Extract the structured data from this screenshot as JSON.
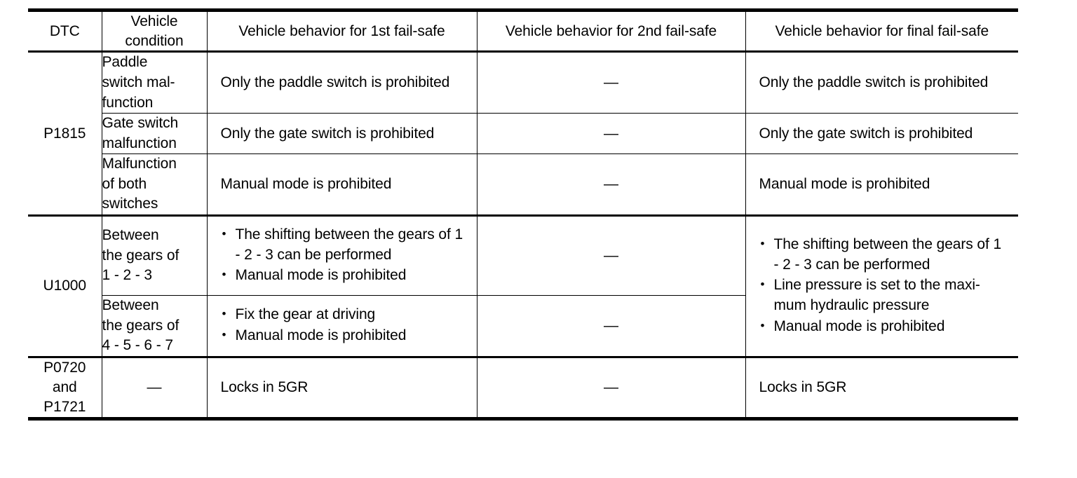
{
  "table": {
    "headers": [
      "DTC",
      "Vehicle\ncondition",
      "Vehicle behavior for 1st fail-safe",
      "Vehicle behavior for 2nd fail-safe",
      "Vehicle behavior for final fail-safe"
    ],
    "dash": "—",
    "groups": [
      {
        "dtc": "P1815",
        "rows": [
          {
            "condition": "Paddle\nswitch mal-\nfunction",
            "fs1": "Only the paddle switch is prohibited",
            "fs2": "—",
            "fsf": "Only the paddle switch is prohibited"
          },
          {
            "condition": "Gate switch\nmalfunction",
            "fs1": "Only the gate switch is prohibited",
            "fs2": "—",
            "fsf": "Only the gate switch is prohibited"
          },
          {
            "condition": "Malfunction\nof both\nswitches",
            "fs1": "Manual mode is prohibited",
            "fs2": "—",
            "fsf": "Manual mode is prohibited"
          }
        ]
      },
      {
        "dtc": "U1000",
        "rows": [
          {
            "condition": "Between\nthe gears of\n1 - 2 - 3",
            "fs1_bullets": [
              "The shifting between the gears of 1 - 2 - 3 can be performed",
              "Manual mode is prohibited"
            ],
            "fs2": "—"
          },
          {
            "condition": "Between\nthe gears of\n4 - 5 - 6 - 7",
            "fs1_bullets": [
              "Fix the gear at driving",
              "Manual mode is prohibited"
            ],
            "fs2": "—"
          }
        ],
        "fsf_bullets": [
          "The shifting between the gears of 1 - 2 - 3 can be performed",
          "Line pressure is set to the maxi-mum hydraulic pressure",
          "Manual mode is prohibited"
        ]
      },
      {
        "dtc": "P0720\nand\nP1721",
        "rows": [
          {
            "condition": "—",
            "fs1": "Locks in 5GR",
            "fs2": "—",
            "fsf": "Locks in 5GR"
          }
        ]
      }
    ]
  }
}
